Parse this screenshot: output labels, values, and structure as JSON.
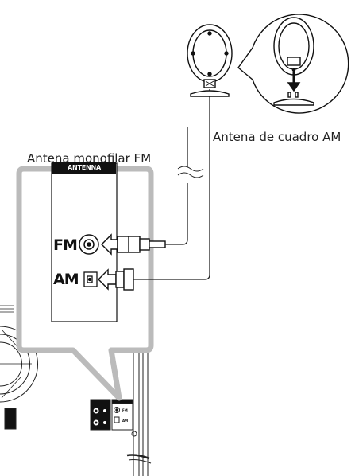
{
  "labels": {
    "am_antenna": "Antena de cuadro AM",
    "fm_antenna": "Antena monofilar FM",
    "panel_title": "ANTENNA",
    "fm_jack": "FM",
    "am_jack": "AM"
  },
  "icons": [
    "am-loop-antenna-icon",
    "arrow-down-icon",
    "fm-coax-plug-icon",
    "am-plug-icon"
  ],
  "colors": {
    "line": "#222222",
    "panel_border": "#bbbbbb",
    "label_bg": "#111111"
  }
}
